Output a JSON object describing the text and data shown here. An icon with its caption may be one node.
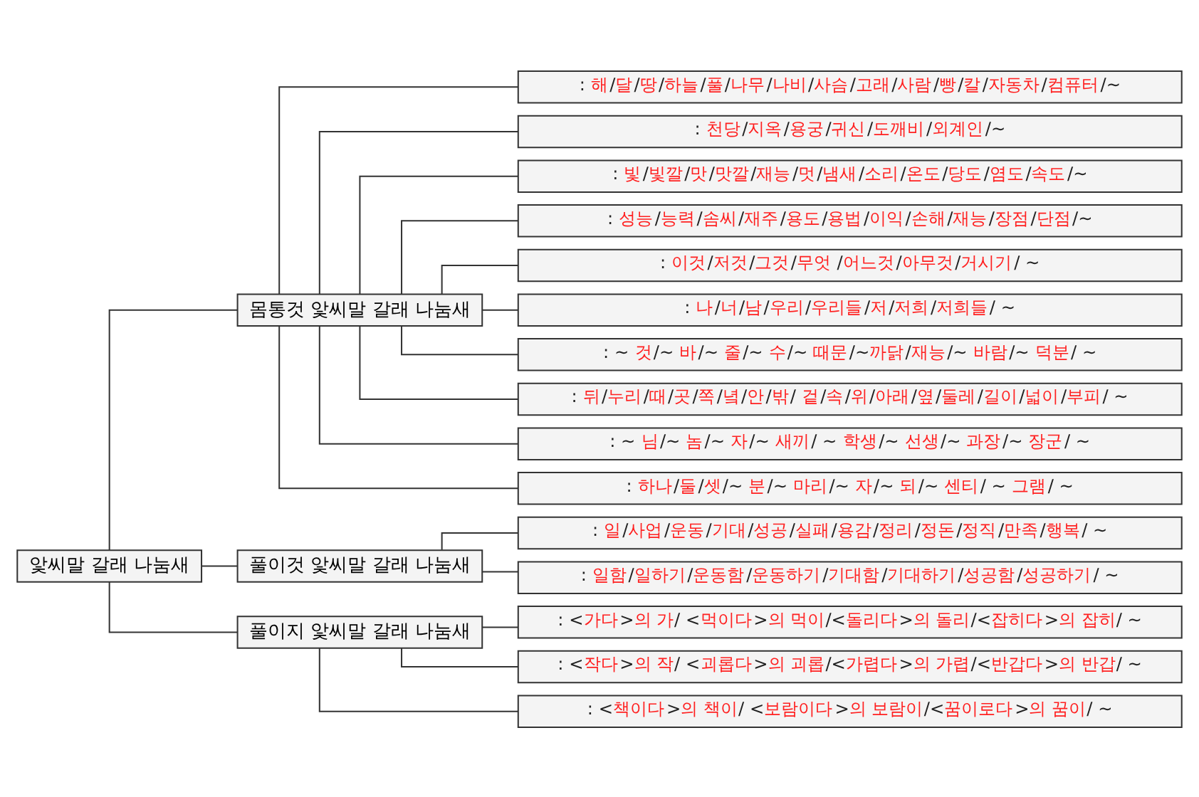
{
  "diagram": {
    "nodes": [
      {
        "text": [
          "앛씨말 갈래 나눔새"
        ]
      },
      {
        "text": [
          "몸통것 앛씨말 갈래 나눔새"
        ]
      },
      {
        "text": [
          ": 해/달/땅/하늘/풀/나무/나비/사슴/고래/사람/빵/칼/자동차/컴퓨터/~"
        ]
      },
      {
        "text": [
          ": 천당/지옥/용궁/귀신/도깨비/외계인/~"
        ]
      },
      {
        "text": [
          ": 빛/빛깔/맛/맛깔/재능/멋/냄새/소리/온도/당도/염도/속도/~"
        ]
      },
      {
        "text": [
          ": 성능/능력/솜씨/재주/용도/용법/이익/손해/재능/장점/단점/~"
        ]
      },
      {
        "text": [
          ": 이것/저것/그것/무엇 /어느것/아무것/거시기/ ~"
        ]
      },
      {
        "text": [
          ": 나/너/남/우리/우리들/저/저희/저희들/ ~"
        ]
      },
      {
        "text": [
          ": ~ 것/~ 바/~ 줄/~ 수/~ 때문/~까닭/재능/~ 바람/~ 덕분/ ~"
        ]
      },
      {
        "text": [
          ": 뒤/누리/때/곳/쪽/녘/안/밖/ 겉/속/위/아래/옆/둘레/길이/넓이/부피/ ~"
        ]
      },
      {
        "text": [
          ": ~ 님/~ 놈/~ 자/~ 새끼/ ~ 학생/~ 선생/~ 과장/~ 장군/ ~"
        ]
      },
      {
        "text": [
          ": 하나/둘/셋/~ 분/~ 마리/~ 자/~ 되/~ 센티/ ~ 그램/ ~"
        ]
      },
      {
        "text": [
          "풀이것 앛씨말 갈래 나눔새"
        ]
      },
      {
        "text": [
          ": 일/사업/운동/기대/성공/실패/용감/정리/정돈/정직/만족/행복/ ~"
        ]
      },
      {
        "text": [
          ": 일함/일하기/운동함/운동하기/기대함/기대하기/성공함/성공하기/ ~"
        ]
      },
      {
        "text": [
          "풀이지 앛씨말 갈래 나눔새"
        ]
      },
      {
        "text": [
          ": <가다>의 가/ <먹이다>의 먹이/<돌리다>의 돌리/<잡히다>의 잡히/ ~"
        ]
      },
      {
        "text": [
          ": <작다>의 작/ <괴롭다>의 괴롭/<가렵다>의 가렵/<반갑다>의 반갑/ ~"
        ]
      },
      {
        "text": [
          ": <책이다>의 책이/ <보람이다>의 보람이/<꿈이로다>의 꿈이/ ~"
        ]
      }
    ],
    "edges": [
      {
        "from": 0,
        "to": 1,
        "arrow": "none"
      },
      {
        "from": 0,
        "to": 12,
        "arrow": "none"
      },
      {
        "from": 0,
        "to": 15,
        "arrow": "none"
      },
      {
        "from": 1,
        "to": 2,
        "arrow": "none"
      },
      {
        "from": 1,
        "to": 3,
        "arrow": "none"
      },
      {
        "from": 1,
        "to": 4,
        "arrow": "none"
      },
      {
        "from": 1,
        "to": 5,
        "arrow": "none"
      },
      {
        "from": 1,
        "to": 6,
        "arrow": "none"
      },
      {
        "from": 1,
        "to": 7,
        "arrow": "none"
      },
      {
        "from": 1,
        "to": 8,
        "arrow": "none"
      },
      {
        "from": 1,
        "to": 9,
        "arrow": "none"
      },
      {
        "from": 1,
        "to": 10,
        "arrow": "none"
      },
      {
        "from": 1,
        "to": 11,
        "arrow": "none"
      },
      {
        "from": 12,
        "to": 13,
        "arrow": "none"
      },
      {
        "from": 12,
        "to": 14,
        "arrow": "none"
      },
      {
        "from": 15,
        "to": 16,
        "arrow": "none"
      },
      {
        "from": 15,
        "to": 17,
        "arrow": "none"
      },
      {
        "from": 15,
        "to": 18,
        "arrow": "none"
      }
    ]
  }
}
